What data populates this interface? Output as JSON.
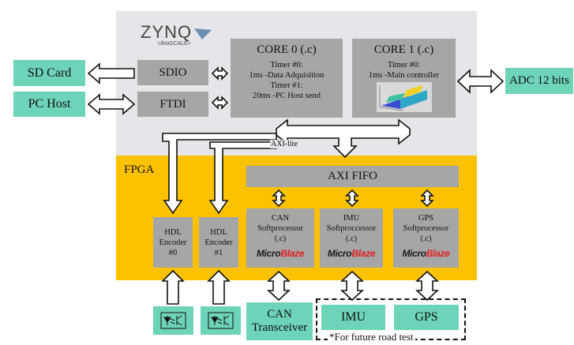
{
  "ps": {
    "logo_main": "ZYNQ",
    "logo_sub": "UltraSCALE+",
    "sdio": "SDIO",
    "ftdi": "FTDI",
    "core0": {
      "title": "CORE 0 (.c)",
      "lines": [
        "Timer #0:",
        "1ms -Data Adquisition",
        "Timer #1:",
        "20ms -PC Host send"
      ]
    },
    "core1": {
      "title": "CORE 1 (.c)",
      "lines": [
        "Timer #0:",
        "1ms -Main controller"
      ]
    },
    "axi_lite": "AXI-lite"
  },
  "external": {
    "sd_card": "SD Card",
    "pc_host": "PC Host",
    "adc": "ADC 12 bits",
    "can_transceiver": [
      "CAN",
      "Transceiver"
    ],
    "imu": "IMU",
    "gps": "GPS",
    "future_note": "*For future road test"
  },
  "pl": {
    "label": "FPGA",
    "axi_fifo": "AXI FIFO",
    "encoders": [
      {
        "lines": [
          "HDL",
          "Encoder",
          "#0"
        ]
      },
      {
        "lines": [
          "HDL",
          "Encoder",
          "#1"
        ]
      }
    ],
    "softprocessors": [
      {
        "lines": [
          "CAN",
          "Softprocessor",
          "(.c)"
        ]
      },
      {
        "lines": [
          "IMU",
          "Softproccessor",
          "(.c)"
        ]
      },
      {
        "lines": [
          "GPS",
          "Softprocessor",
          "(.c)"
        ]
      }
    ],
    "microblaze": {
      "part1": "Micro",
      "part2": "Blaze"
    }
  },
  "colors": {
    "ps_bg": "#e6e6ea",
    "pl_bg": "#fcc200",
    "block": "#a6a6a6",
    "peripheral": "#6dd3b9",
    "microblaze_red": "#e02020"
  },
  "icons": [
    "surface-plot-icon",
    "optocoupler-icon"
  ]
}
